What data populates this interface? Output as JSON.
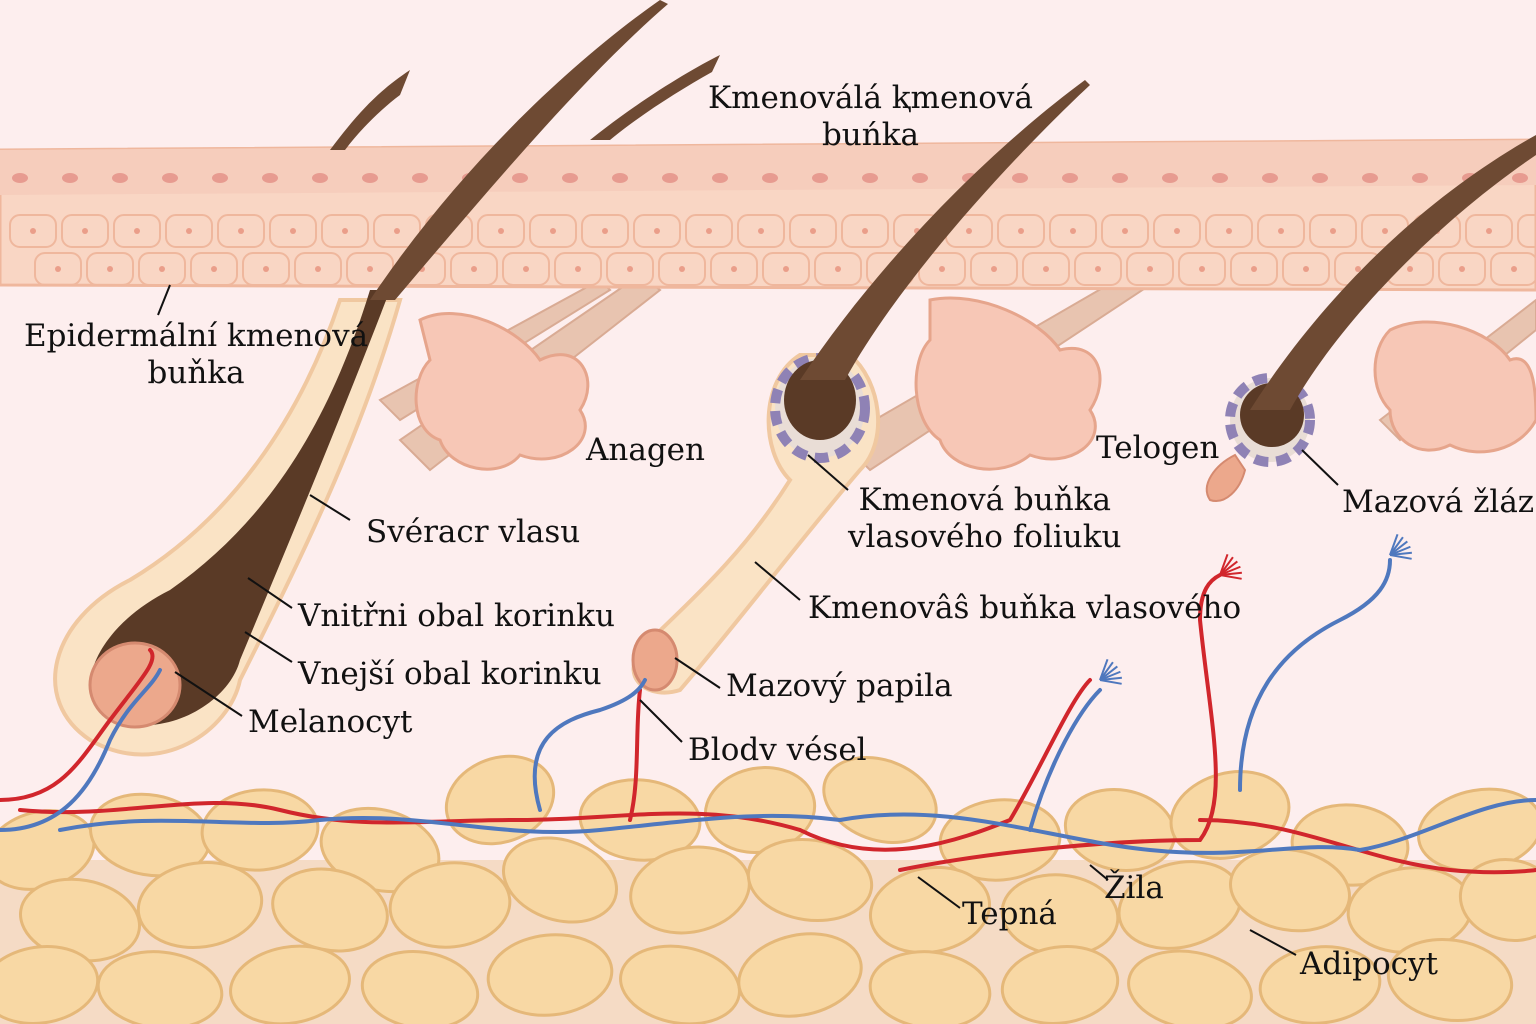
{
  "labels": {
    "stem_cell_top": "Kmenoválá ⱪmenová\nbuńka",
    "epidermal_stem_cell": "Epidermální kmenová\nbuňka",
    "anagen": "Anagen",
    "telogen": "Telogen",
    "hair_sphincter": "Svéracr vlasu",
    "follicle_stem_cell": "Kmenová buňka\nvlasového foliuku",
    "sebaceous_gland": "Mazová žláz",
    "inner_root_sheath": "Vnitřni obal korinku",
    "outer_root_sheath": "Vnejší obal korinku",
    "melanocyte": "Melanocyt",
    "hair_stem_cell": "Kmenovâŝ buňka vlasového",
    "papilla": "Mazový papila",
    "blood_vessel": "Blodv vésel",
    "artery": "Tepná",
    "vein": "Žila",
    "adipocyte": "Adipocyt"
  },
  "colors": {
    "background": "#ffffff",
    "dermis": "#fdeeee",
    "epidermis": "#f9d6c4",
    "epidermis_surface": "#f6cdbc",
    "cell_outline": "#efb79d",
    "hair": "#6e4a33",
    "hair_bulb": "#5a3a26",
    "follicle_sheath": "#fae3c5",
    "sheath_outline": "#f0c8a0",
    "muscle": "#e8c4b0",
    "gland": "#f7c7b6",
    "stem_cell_dots": "#8f82b5",
    "papilla": "#eca88c",
    "artery": "#d1262c",
    "vein": "#4f78be",
    "fat": "#f8d8a4",
    "fat_outline": "#e5b879",
    "leader_line": "#111111"
  }
}
